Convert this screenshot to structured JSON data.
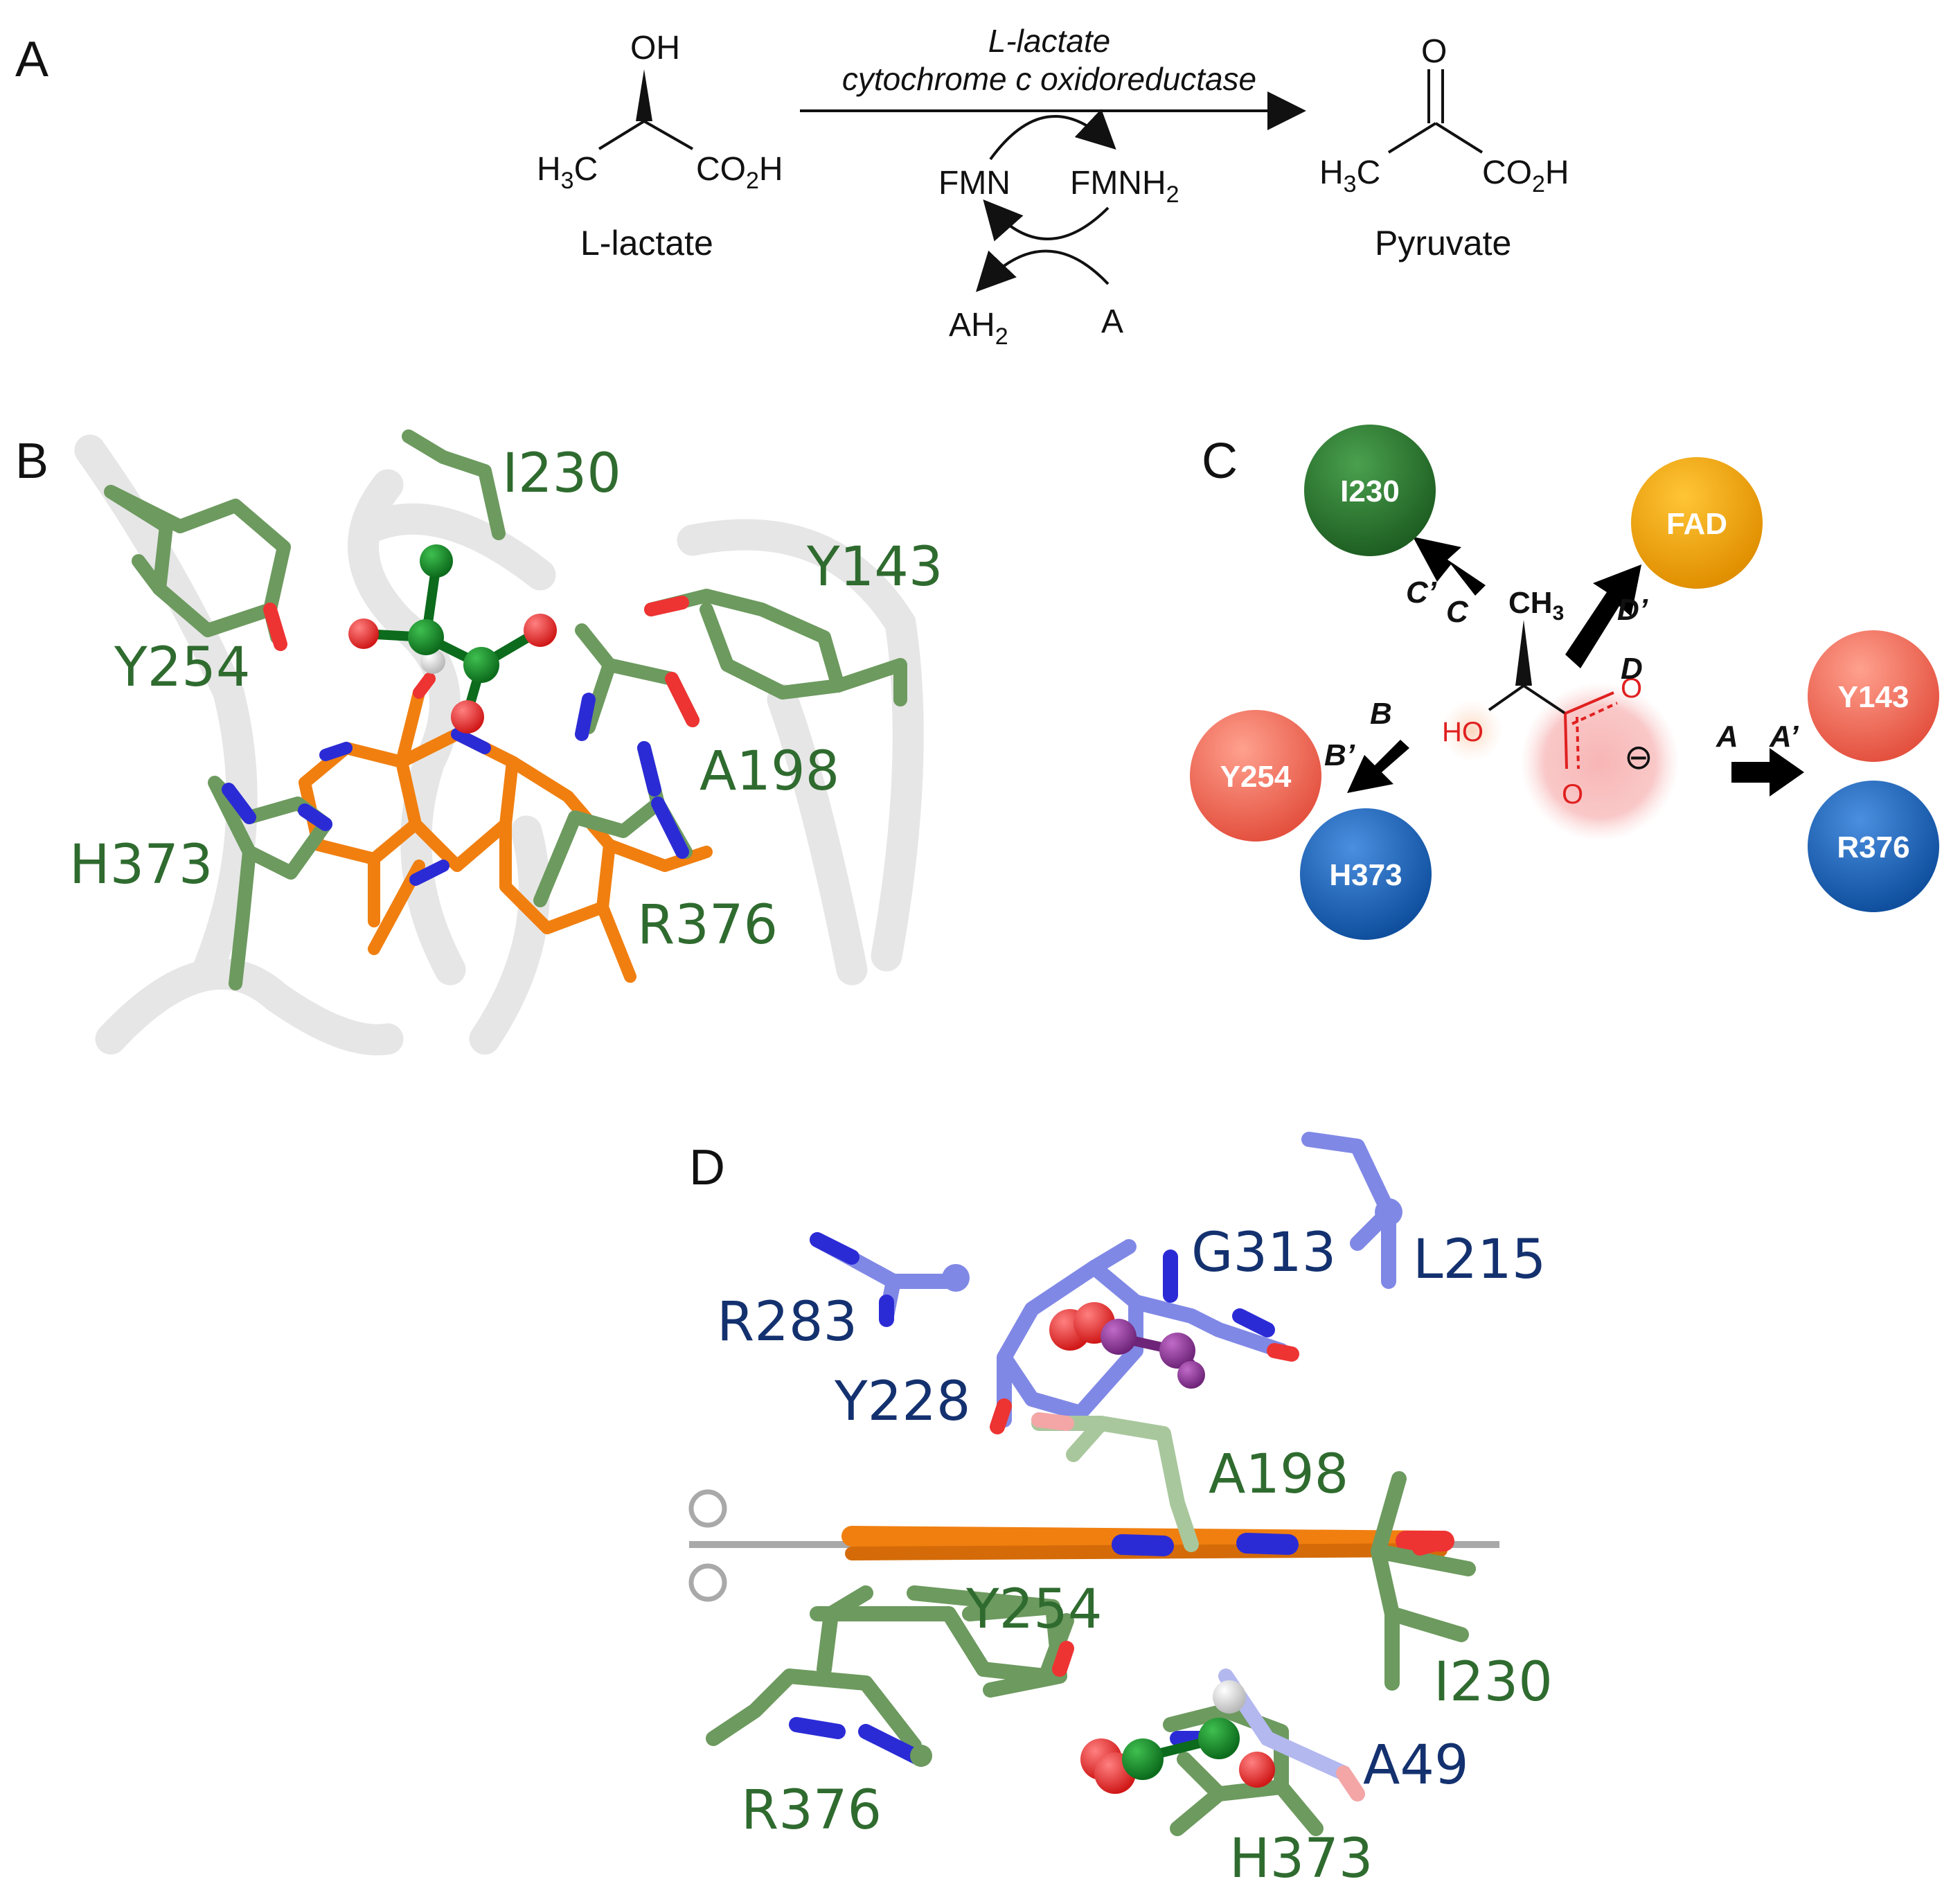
{
  "panels": {
    "a": "A",
    "b": "B",
    "c": "C",
    "d": "D"
  },
  "panel_a": {
    "oh": "OH",
    "h3c": "H",
    "h3c_sub": "3",
    "h3c_c": "C",
    "co2h": "CO",
    "co2h_sub": "2",
    "co2h_h": "H",
    "substrate": "L-lactate",
    "enzyme_line1": "L-lactate",
    "enzyme_line2": "cytochrome c oxidoreductase",
    "fmn": "FMN",
    "fmnh2": "FMNH",
    "fmnh2_sub": "2",
    "ah2": "AH",
    "ah2_sub": "2",
    "a": "A",
    "o": "O",
    "product": "Pyruvate"
  },
  "panel_b": {
    "labels": [
      "I230",
      "Y143",
      "Y254",
      "A198",
      "H373",
      "R376"
    ]
  },
  "panel_c": {
    "balls": [
      {
        "label": "I230",
        "color": "#2e7d32"
      },
      {
        "label": "FAD",
        "color": "#f2a600"
      },
      {
        "label": "Y143",
        "color": "#f26b5b"
      },
      {
        "label": "R376",
        "color": "#1f6fc4"
      },
      {
        "label": "Y254",
        "color": "#f26b5b"
      },
      {
        "label": "H373",
        "color": "#1f6fc4"
      }
    ],
    "ch3": "CH",
    "ch3_sub": "3",
    "ho": "HO",
    "o_top": "O",
    "o_bottom": "O",
    "charge": "⊖",
    "arrows": {
      "a": "A",
      "a_prime": "A’",
      "b": "B",
      "b_prime": "B’",
      "c": "C",
      "c_prime": "C’",
      "d": "D",
      "d_prime": "D’"
    }
  },
  "panel_d": {
    "labels_blue": [
      "L215",
      "G313",
      "R283",
      "Y228",
      "A49"
    ],
    "labels_green": [
      "A198",
      "Y254",
      "I230",
      "R376",
      "H373"
    ]
  },
  "colors": {
    "green": "#2f6b2f",
    "blue": "#14316f",
    "orange": "#f07f10",
    "carbon_green": "#6d9a5f",
    "oxygen": "#ee3333",
    "nitrogen": "#2b2bd6",
    "periwinkle": "#8088e6"
  }
}
